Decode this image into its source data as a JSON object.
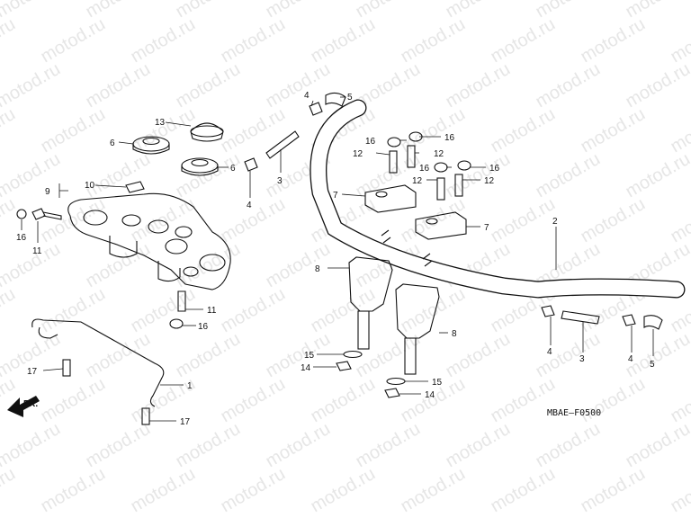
{
  "watermark": "motod.ru",
  "diagram_code": "MBAE—F0500",
  "direction_label": "FR.",
  "callouts": [
    {
      "id": "c13",
      "text": "13"
    },
    {
      "id": "c6a",
      "text": "6"
    },
    {
      "id": "c6b",
      "text": "6"
    },
    {
      "id": "c10",
      "text": "10"
    },
    {
      "id": "c9",
      "text": "9"
    },
    {
      "id": "c16a",
      "text": "16"
    },
    {
      "id": "c11a",
      "text": "11"
    },
    {
      "id": "c11b",
      "text": "11"
    },
    {
      "id": "c16b",
      "text": "16"
    },
    {
      "id": "c4a",
      "text": "4"
    },
    {
      "id": "c5a",
      "text": "5"
    },
    {
      "id": "c3a",
      "text": "3"
    },
    {
      "id": "c4b",
      "text": "4"
    },
    {
      "id": "c16c",
      "text": "16"
    },
    {
      "id": "c16d",
      "text": "16"
    },
    {
      "id": "c12a",
      "text": "12"
    },
    {
      "id": "c12b",
      "text": "12"
    },
    {
      "id": "c16e",
      "text": "16"
    },
    {
      "id": "c16f",
      "text": "16"
    },
    {
      "id": "c12c",
      "text": "12"
    },
    {
      "id": "c12d",
      "text": "12"
    },
    {
      "id": "c7a",
      "text": "7"
    },
    {
      "id": "c7b",
      "text": "7"
    },
    {
      "id": "c2",
      "text": "2"
    },
    {
      "id": "c8a",
      "text": "8"
    },
    {
      "id": "c8b",
      "text": "8"
    },
    {
      "id": "c15a",
      "text": "15"
    },
    {
      "id": "c14a",
      "text": "14"
    },
    {
      "id": "c15b",
      "text": "15"
    },
    {
      "id": "c14b",
      "text": "14"
    },
    {
      "id": "c4c",
      "text": "4"
    },
    {
      "id": "c3b",
      "text": "3"
    },
    {
      "id": "c4d",
      "text": "4"
    },
    {
      "id": "c5b",
      "text": "5"
    },
    {
      "id": "c17a",
      "text": "17"
    },
    {
      "id": "c1",
      "text": "1"
    },
    {
      "id": "c17b",
      "text": "17"
    }
  ]
}
